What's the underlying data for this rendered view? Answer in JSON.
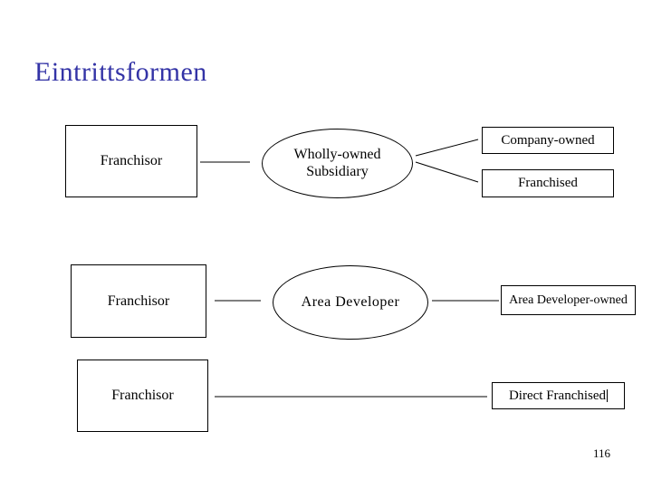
{
  "slide": {
    "title": "Eintrittsformen",
    "page_number": "116"
  },
  "colors": {
    "title_text": "#3333A6",
    "shape_border": "#000000",
    "body_text": "#000000",
    "background": "#FFFFFF"
  },
  "diagram": {
    "row1": {
      "source_label": "Franchisor",
      "node_label_line1": "Wholly-owned",
      "node_label_line2": "Subsidiary",
      "target1_label": "Company-owned",
      "target2_label": "Franchised"
    },
    "row2": {
      "source_label": "Franchisor",
      "node_label": "Area Developer",
      "target_label": "Area Developer-owned"
    },
    "row3": {
      "source_label": "Franchisor",
      "target_label": "Direct Franchised"
    }
  }
}
